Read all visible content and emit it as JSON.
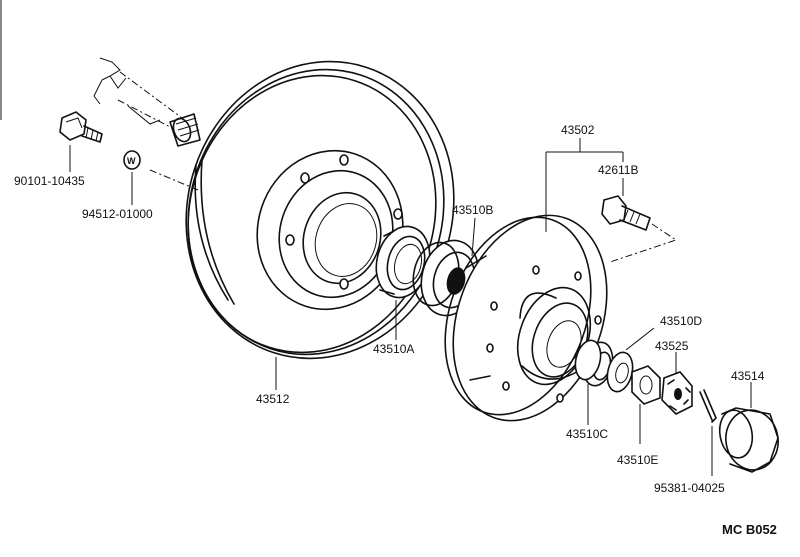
{
  "parts": {
    "hub_bolt_assy_top": "90101-10435",
    "washer": "94512-01000",
    "disc": "43512",
    "bearing_outer_a": "43510A",
    "bearing_outer_b": "43510B",
    "hub_assy": "43502",
    "hub_bolt": "42611B",
    "bearing_inner_c": "43510C",
    "washer_d": "43510D",
    "nut_lock": "43525",
    "nut_e": "43510E",
    "cotter_pin": "95381-04025",
    "grease_cap": "43514"
  },
  "washer_mark": "W",
  "drawing_code": "MC B052"
}
